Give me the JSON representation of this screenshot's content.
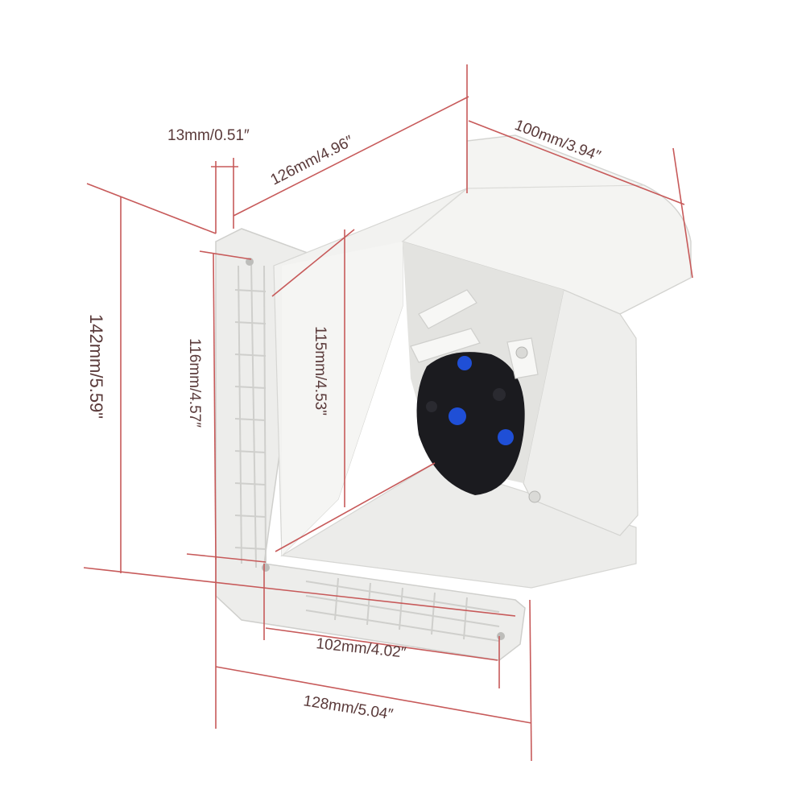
{
  "colors": {
    "dimension_line": "#c75a5a",
    "label_text": "#5a3a3a",
    "housing": "#f0f0ee",
    "housing_shadow": "#d9d9d6",
    "socket_body": "#1b1b1f",
    "connector_blue": "#1f4fd6"
  },
  "dimensions": {
    "top_thickness": "13mm/0.51″",
    "top_length": "126mm/4.96″",
    "top_depth": "100mm/3.94″",
    "overall_height": "142mm/5.59\"",
    "flange_height": "116mm/4.57″",
    "body_height": "115mm/4.53\"",
    "bottom_inner": "102mm/4.02″",
    "bottom_overall": "128mm/5.04″"
  },
  "illustration": {
    "subject": "wall-mounted-socket-box-icon"
  }
}
